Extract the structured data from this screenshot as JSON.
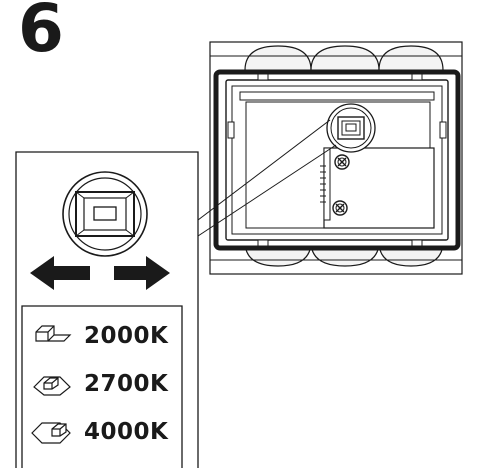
{
  "step": {
    "number": "6"
  },
  "switch_settings": {
    "title": "",
    "options": [
      {
        "label": "2000K",
        "icon": "switch-position-2000k-icon"
      },
      {
        "label": "2700K",
        "icon": "switch-position-2700k-icon"
      },
      {
        "label": "4000K",
        "icon": "switch-position-4000k-icon"
      }
    ]
  },
  "colors": {
    "line": "#1a1a1a",
    "fill": "#ffffff",
    "shade": "#e6e6e6"
  }
}
